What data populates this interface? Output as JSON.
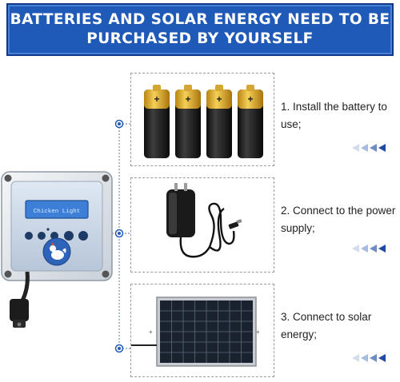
{
  "banner": {
    "line1": "BATTERIES AND SOLAR ENERGY NEED TO BE",
    "line2": "PURCHASED BY YOURSELF"
  },
  "steps": [
    {
      "line1": "1. Install the battery to",
      "line2": "use;"
    },
    {
      "line1": "2. Connect to the power",
      "line2": "supply;"
    },
    {
      "line1": "3. Connect to solar",
      "line2": "energy;"
    }
  ],
  "controller": {
    "lcd_text": "Chicken Light"
  },
  "icons": {
    "battery": "battery-icon",
    "adapter": "power-adapter-icon",
    "solar": "solar-panel-icon",
    "arrows": "triangle-arrows-icon",
    "chicken": "chicken-logo-icon"
  },
  "colors": {
    "banner": "#1f5ab8",
    "accent": "#1f5ab8",
    "battery_gold": "#e5b22c",
    "arrow_light": "#c9d6ec",
    "arrow_dark": "#1f4aa0"
  }
}
